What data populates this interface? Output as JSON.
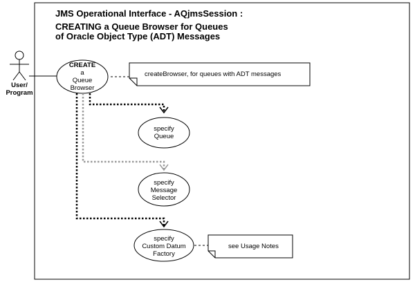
{
  "diagram": {
    "title_lines": [
      "JMS Operational Interface - AQjmsSession :",
      "CREATING a Queue Browser for Queues",
      "of Oracle Object Type (ADT) Messages"
    ],
    "actor": {
      "label_lines": [
        "User/",
        "Program"
      ]
    },
    "main_use_case": {
      "label_lines": [
        "CREATE",
        "a",
        "Queue",
        "Browser"
      ]
    },
    "main_note": "createBrowser, for queues with ADT messages",
    "sub_use_cases": [
      {
        "label_lines": [
          "specify",
          "Queue"
        ],
        "line_color": "#000000"
      },
      {
        "label_lines": [
          "specify",
          "Message",
          "Selector"
        ],
        "line_color": "#999999"
      },
      {
        "label_lines": [
          "specify",
          "Custom Datum",
          "Factory"
        ],
        "line_color": "#000000"
      }
    ],
    "factory_note": "see Usage Notes"
  }
}
